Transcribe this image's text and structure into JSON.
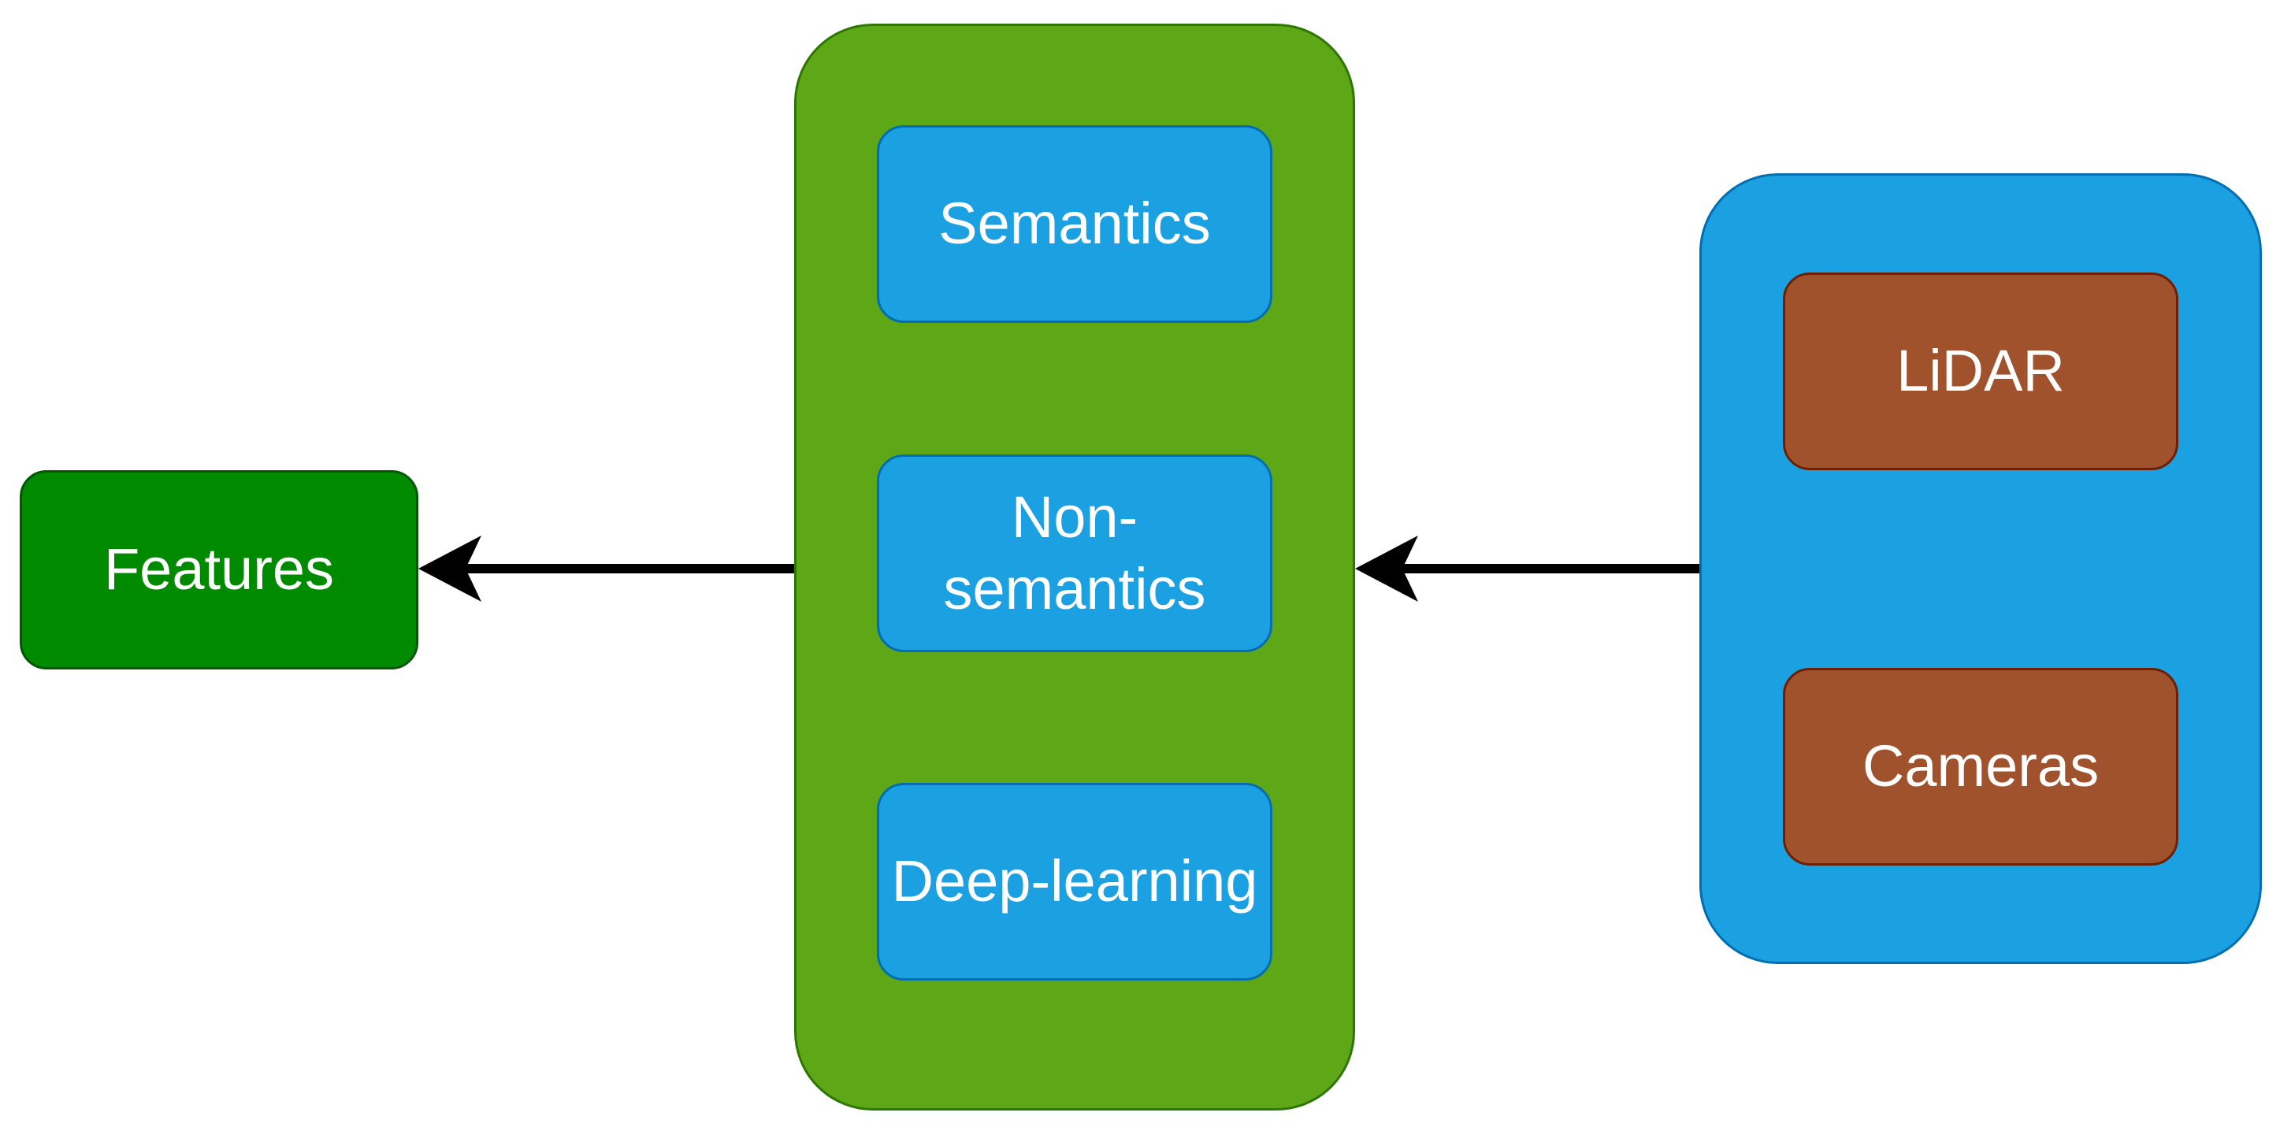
{
  "diagram": {
    "output": {
      "label": "Features"
    },
    "methods": {
      "items": [
        {
          "label": "Semantics"
        },
        {
          "label": "Non-\nsemantics"
        },
        {
          "label": "Deep-learning"
        }
      ]
    },
    "sensors": {
      "items": [
        {
          "label": "LiDAR"
        },
        {
          "label": "Cameras"
        }
      ]
    },
    "edges": [
      {
        "from": "sensors",
        "to": "methods"
      },
      {
        "from": "methods",
        "to": "output"
      }
    ],
    "colors": {
      "output_fill": "#008a00",
      "methods_fill": "#5ea818",
      "sensors_fill": "#1ba1e2",
      "method_item_fill": "#1ba1e2",
      "sensor_item_fill": "#a0522d",
      "arrow": "#000000",
      "text": "#ffffff"
    }
  }
}
